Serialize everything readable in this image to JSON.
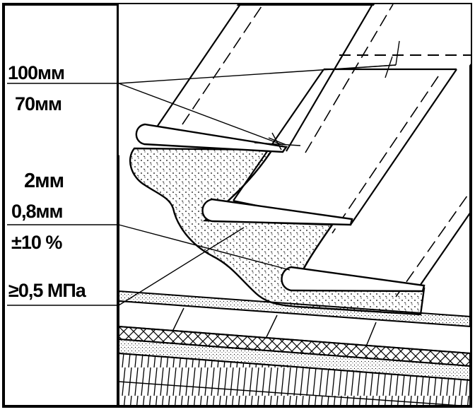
{
  "labels": {
    "overlap_max": "100мм",
    "overlap_min": "70мм",
    "layer_thickness_1": "2мм",
    "layer_thickness_2": "0,8мм",
    "tolerance": "±10 %",
    "adhesion": "≥0,5 МПа"
  }
}
